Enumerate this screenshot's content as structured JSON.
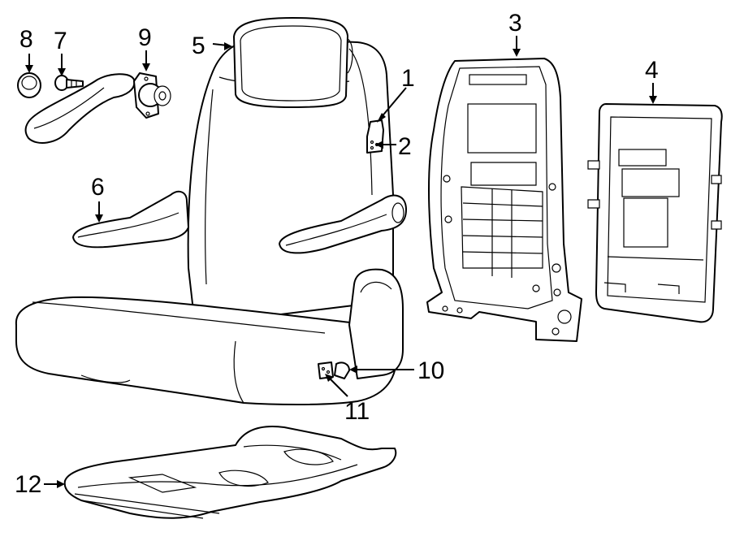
{
  "diagram": {
    "callouts": [
      {
        "id": "1",
        "label": "1"
      },
      {
        "id": "2",
        "label": "2"
      },
      {
        "id": "3",
        "label": "3"
      },
      {
        "id": "4",
        "label": "4"
      },
      {
        "id": "5",
        "label": "5"
      },
      {
        "id": "6",
        "label": "6"
      },
      {
        "id": "7",
        "label": "7"
      },
      {
        "id": "8",
        "label": "8"
      },
      {
        "id": "9",
        "label": "9"
      },
      {
        "id": "10",
        "label": "10"
      },
      {
        "id": "11",
        "label": "11"
      },
      {
        "id": "12",
        "label": "12"
      }
    ],
    "parts": [
      "seat-assembly",
      "headrest",
      "armrest-left",
      "armrest-right",
      "seatback-frame",
      "seatback-panel",
      "cushion-pan",
      "armrest-detached",
      "cap",
      "bolt",
      "pivot-bracket",
      "clip",
      "bracket-small"
    ]
  }
}
